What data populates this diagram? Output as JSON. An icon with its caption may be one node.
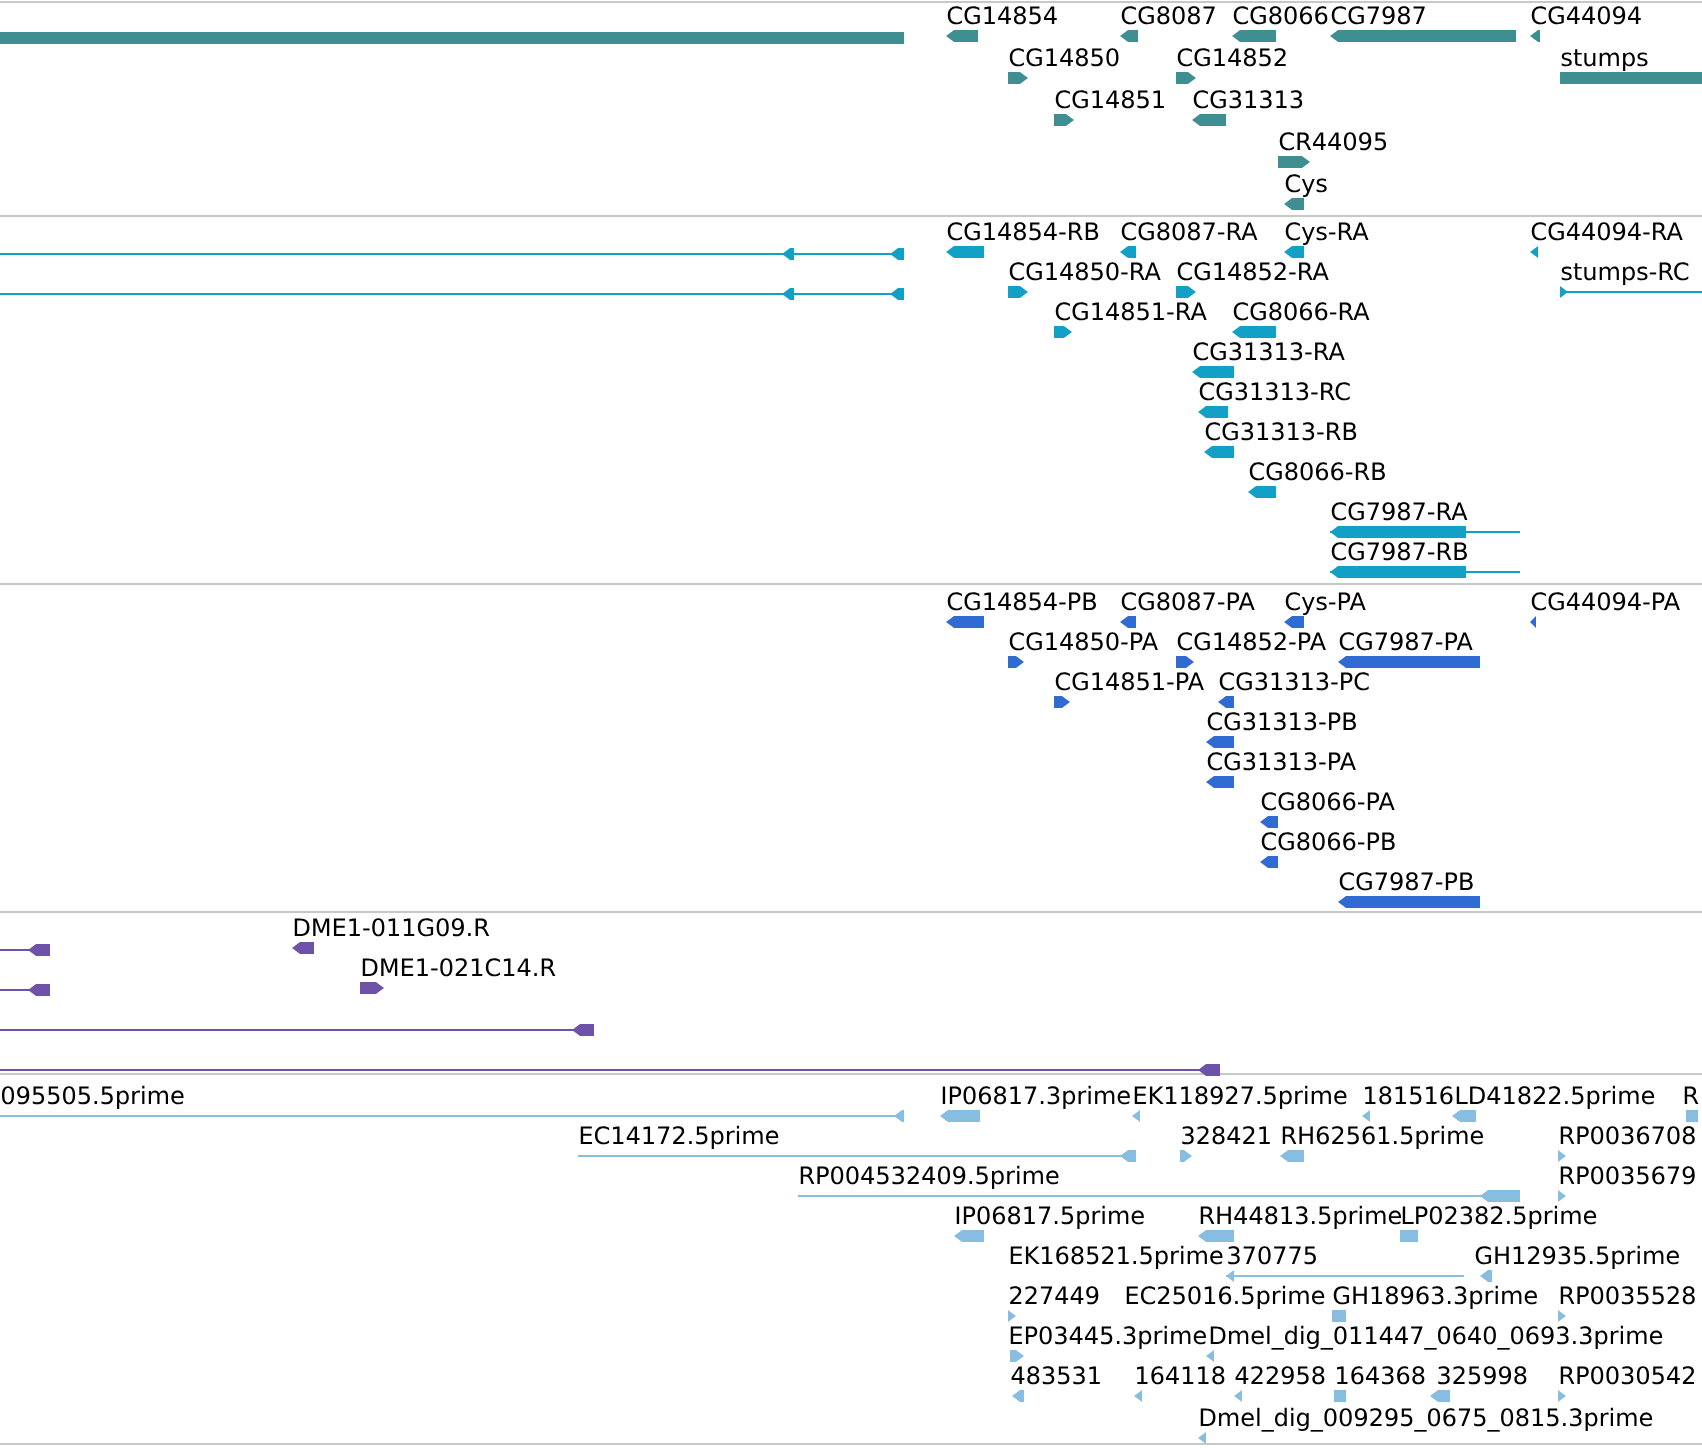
{
  "diagram": {
    "labels": [
      "CG14854",
      "CG8087",
      "CG8066",
      "CG7987",
      "CG44094",
      "CG14850",
      "CG14852",
      "stumps",
      "CG14851",
      "CG31313",
      "CR44095",
      "Cys",
      "CG14854-RB",
      "CG8087-RA",
      "Cys-RA",
      "CG44094-RA",
      "CG14850-RA",
      "CG14852-RA",
      "stumps-RC",
      "CG14851-RA",
      "CG8066-RA",
      "CG31313-RA",
      "CG31313-RC",
      "CG31313-RB",
      "CG8066-RB",
      "CG7987-RA",
      "CG7987-RB",
      "CG14854-PB",
      "CG8087-PA",
      "Cys-PA",
      "CG44094-PA",
      "CG14850-PA",
      "CG14852-PA",
      "CG7987-PA",
      "CG14851-PA",
      "CG31313-PC",
      "CG31313-PB",
      "CG31313-PA",
      "CG8066-PA",
      "CG8066-PB",
      "CG7987-PB",
      "DME1-011G09.R",
      "DME1-021C14.R",
      "095505.5prime",
      "IP06817.3prime",
      "EK118927.5prime",
      "181516",
      "LD41822.5prime",
      "R",
      "EC14172.5prime",
      "328421",
      "RH62561.5prime",
      "RP0036708",
      "RP004532409.5prime",
      "RP0035679",
      "IP06817.5prime",
      "RH44813.5prime",
      "LP02382.5prime",
      "EK168521.5prime",
      "370775",
      "GH12935.5prime",
      "227449",
      "EC25016.5prime",
      "GH18963.3prime",
      "RP0035528",
      "EP03445.3prime",
      "Dmel_dig_011447_0640_0693.3prime",
      "483531",
      "164118",
      "422958",
      "164368",
      "325998",
      "RP0030542",
      "Dmel_dig_009295_0675_0815.3prime"
    ]
  }
}
